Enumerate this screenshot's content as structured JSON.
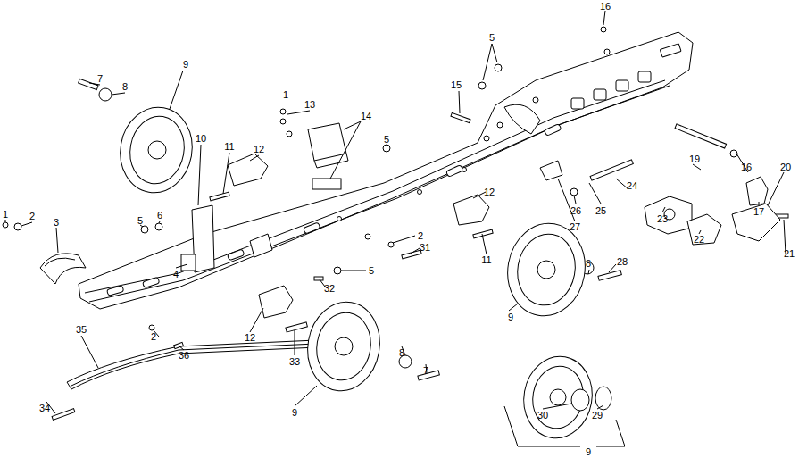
{
  "diagram": {
    "labels": [
      "16",
      "5",
      "15",
      "1",
      "13",
      "14",
      "7",
      "8",
      "9",
      "10",
      "11",
      "12",
      "5",
      "16",
      "17",
      "19",
      "20",
      "21",
      "22",
      "23",
      "24",
      "25",
      "26",
      "27",
      "12",
      "1",
      "2",
      "3",
      "5",
      "6",
      "4",
      "2",
      "31",
      "11",
      "5",
      "32",
      "28",
      "8",
      "9",
      "12",
      "33",
      "2",
      "36",
      "35",
      "34",
      "9",
      "8",
      "7",
      "30",
      "29",
      "9"
    ]
  }
}
